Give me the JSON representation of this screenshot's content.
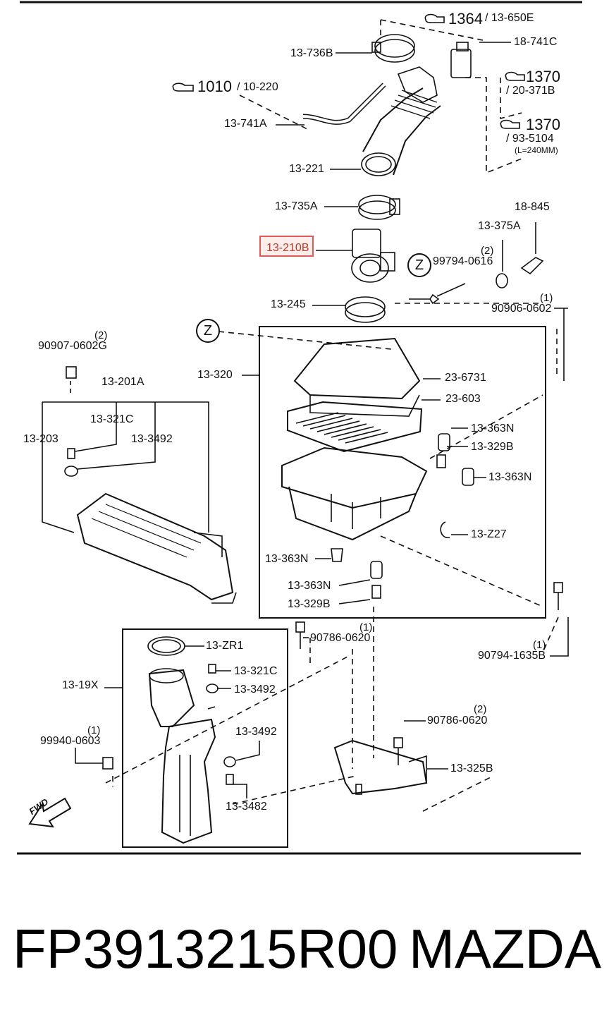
{
  "references": {
    "r1364": {
      "num": "1364",
      "code": "/ 13-650E"
    },
    "r1010": {
      "num": "1010",
      "code": "/ 10-220"
    },
    "r1370a": {
      "num": "1370",
      "code": "/ 20-371B"
    },
    "r1370b": {
      "num": "1370",
      "code": "/ 93-5104",
      "note": "(L=240MM)"
    }
  },
  "parts": {
    "p13_736B": "13-736B",
    "p18_741C": "18-741C",
    "p13_741A": "13-741A",
    "p13_221": "13-221",
    "p13_735A": "13-735A",
    "p18_845": "18-845",
    "p13_375A": "13-375A",
    "p13_210B": "13-210B",
    "p99794_0616": "99794-0616",
    "p13_245": "13-245",
    "p90906_0602": "90906-0602",
    "p90907_0602G": "90907-0602G",
    "p13_201A": "13-201A",
    "p13_321C_a": "13-321C",
    "p13_203": "13-203",
    "p13_3492_a": "13-3492",
    "p13_320": "13-320",
    "p23_6731": "23-6731",
    "p23_603": "23-603",
    "p13_363N_a": "13-363N",
    "p13_329B_a": "13-329B",
    "p13_363N_b": "13-363N",
    "p13_Z27": "13-Z27",
    "p13_363N_c": "13-363N",
    "p13_363N_d": "13-363N",
    "p13_329B_b": "13-329B",
    "p90786_0620_a": "90786-0620",
    "p90794_1635B": "90794-1635B",
    "p13_ZR1": "13-ZR1",
    "p13_321C_b": "13-321C",
    "p13_19X": "13-19X",
    "p13_3492_b": "13-3492",
    "p99940_0603": "99940-0603",
    "p13_3492_c": "13-3492",
    "p90786_0620_b": "90786-0620",
    "p13_325B": "13-325B",
    "p13_3482": "13-3482"
  },
  "quantities": {
    "q99794": "(2)",
    "q90906": "(1)",
    "q90907": "(2)",
    "q90786a": "(1)",
    "q90794": "(1)",
    "q99940": "(1)",
    "q90786b": "(2)"
  },
  "zone_marker": "Z",
  "direction_marker": "FWD",
  "highlighted_part": "13-210B",
  "highlight_color": "#e05a5a",
  "footer": {
    "part_number": "FP3913215R00",
    "brand": "MAZDA"
  }
}
